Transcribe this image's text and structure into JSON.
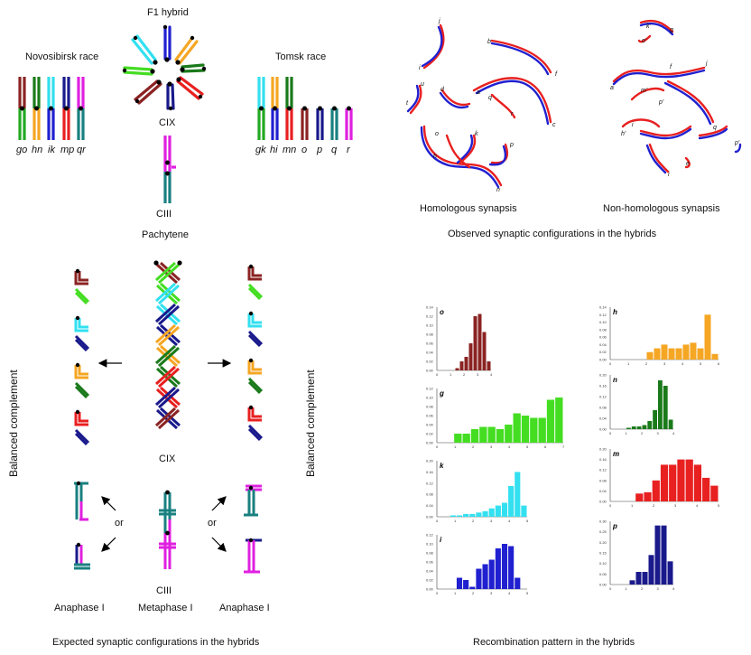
{
  "top_left": {
    "f1_hybrid": "F1 hybrid",
    "novosibirsk": "Novosibirsk race",
    "tomsk": "Tomsk race",
    "cix_top": "CIX",
    "ciii_top": "CIII",
    "pachytene": "Pachytene",
    "nov_labels": [
      "go",
      "hn",
      "ik",
      "mp",
      "qr"
    ],
    "tomsk_labels": [
      "gk",
      "hi",
      "mn",
      "o",
      "p",
      "q",
      "r"
    ]
  },
  "top_right": {
    "homologous": "Homologous synapsis",
    "nonhomologous": "Non-homologous synapsis",
    "caption": "Observed  synaptic configurations in the hybrids"
  },
  "bottom_left": {
    "balanced_left": "Balanced complement",
    "balanced_right": "Balanced complement",
    "cix": "CIX",
    "ciii": "CIII",
    "or1": "or",
    "or2": "or",
    "anaphase_left": "Anaphase I",
    "metaphase": "Metaphase I",
    "anaphase_right": "Anaphase I",
    "caption": "Expected synaptic configurations  in the hybrids"
  },
  "bottom_right": {
    "caption": "Recombination  pattern in the hybrids"
  },
  "colors": {
    "brown": "#8b2323",
    "green": "#22aa22",
    "darkgreen": "#1a7a1a",
    "cyan": "#33e0f0",
    "orange": "#f5a623",
    "red": "#e82020",
    "navy": "#1a1a8c",
    "magenta": "#e020e0",
    "teal": "#1a8080",
    "blue": "#2020d0",
    "lime": "#44dd22"
  },
  "chart_data": [
    {
      "type": "bar",
      "label": "o",
      "color": "#8b2323",
      "ylim": [
        0,
        0.14
      ],
      "yticks": [
        "0.14",
        "0.12",
        "0.10",
        "0.08",
        "0.06",
        "0.04",
        "0.02",
        "0.00"
      ],
      "xticks": [
        "0",
        "1",
        "2",
        "3",
        "4"
      ],
      "values": [
        0,
        0,
        0,
        0,
        0.005,
        0.02,
        0.03,
        0.06,
        0.12,
        0.125,
        0.085,
        0.02
      ]
    },
    {
      "type": "bar",
      "label": "h",
      "color": "#f5a623",
      "ylim": [
        0,
        0.14
      ],
      "yticks": [
        "0.14",
        "0.12",
        "0.10",
        "0.08",
        "0.06",
        "0.04",
        "0.02",
        "0.00"
      ],
      "xticks": [
        "0",
        "1",
        "2",
        "3",
        "4",
        "5",
        "6"
      ],
      "values": [
        0,
        0,
        0,
        0,
        0,
        0.02,
        0.03,
        0.04,
        0.03,
        0.03,
        0.04,
        0.045,
        0.03,
        0.12,
        0.015
      ]
    },
    {
      "type": "bar",
      "label": "g",
      "color": "#44dd22",
      "ylim": [
        0,
        0.12
      ],
      "yticks": [
        "0.12",
        "0.10",
        "0.08",
        "0.06",
        "0.04",
        "0.02",
        "0.00"
      ],
      "xticks": [
        "0",
        "1",
        "2",
        "3",
        "4",
        "5",
        "6",
        "7"
      ],
      "values": [
        0,
        0,
        0.02,
        0.02,
        0.03,
        0.035,
        0.035,
        0.03,
        0.04,
        0.065,
        0.06,
        0.055,
        0.055,
        0.095,
        0.1
      ]
    },
    {
      "type": "bar",
      "label": "n",
      "color": "#1a7a1a",
      "ylim": [
        0,
        0.2
      ],
      "yticks": [
        "0.20",
        "0.16",
        "0.12",
        "0.08",
        "0.04",
        "0.00"
      ],
      "xticks": [
        "0",
        "1",
        "2",
        "3",
        "4"
      ],
      "values": [
        0,
        0,
        0,
        0.005,
        0.01,
        0.01,
        0.015,
        0.03,
        0.07,
        0.18,
        0.16,
        0.035
      ]
    },
    {
      "type": "bar",
      "label": "k",
      "color": "#33e0f0",
      "ylim": [
        0,
        0.2
      ],
      "yticks": [
        "0.20",
        "0.16",
        "0.12",
        "0.08",
        "0.04",
        "0.00"
      ],
      "xticks": [
        "0",
        "1",
        "2",
        "3",
        "4",
        "5"
      ],
      "values": [
        0,
        0,
        0.005,
        0.005,
        0.01,
        0.01,
        0.015,
        0.02,
        0.03,
        0.04,
        0.05,
        0.11,
        0.16,
        0.04
      ]
    },
    {
      "type": "bar",
      "label": "m",
      "color": "#e82020",
      "ylim": [
        0,
        0.2
      ],
      "yticks": [
        "0.20",
        "0.16",
        "0.12",
        "0.08",
        "0.04",
        "0.00"
      ],
      "xticks": [
        "0",
        "1",
        "2",
        "3",
        "4",
        "5"
      ],
      "values": [
        0,
        0,
        0,
        0.03,
        0.035,
        0.08,
        0.14,
        0.14,
        0.16,
        0.16,
        0.14,
        0.09,
        0.06
      ]
    },
    {
      "type": "bar",
      "label": "i",
      "color": "#2020d0",
      "ylim": [
        0,
        0.12
      ],
      "yticks": [
        "0.12",
        "0.10",
        "0.08",
        "0.06",
        "0.04",
        "0.02",
        "0.00"
      ],
      "xticks": [
        "0",
        "1",
        "2",
        "3",
        "4",
        "5"
      ],
      "values": [
        0,
        0,
        0,
        0.025,
        0.02,
        0.005,
        0.045,
        0.055,
        0.065,
        0.09,
        0.1,
        0.095,
        0.025,
        0
      ]
    },
    {
      "type": "bar",
      "label": "p",
      "color": "#1a1a8c",
      "ylim": [
        0,
        0.3
      ],
      "yticks": [
        "0.30",
        "0.25",
        "0.20",
        "0.15",
        "0.10",
        "0.05",
        "0.00"
      ],
      "xticks": [
        "0",
        "1",
        "2",
        "3",
        "4"
      ],
      "values": [
        0,
        0,
        0,
        0.02,
        0.06,
        0.06,
        0.14,
        0.28,
        0.28,
        0.11
      ]
    }
  ]
}
